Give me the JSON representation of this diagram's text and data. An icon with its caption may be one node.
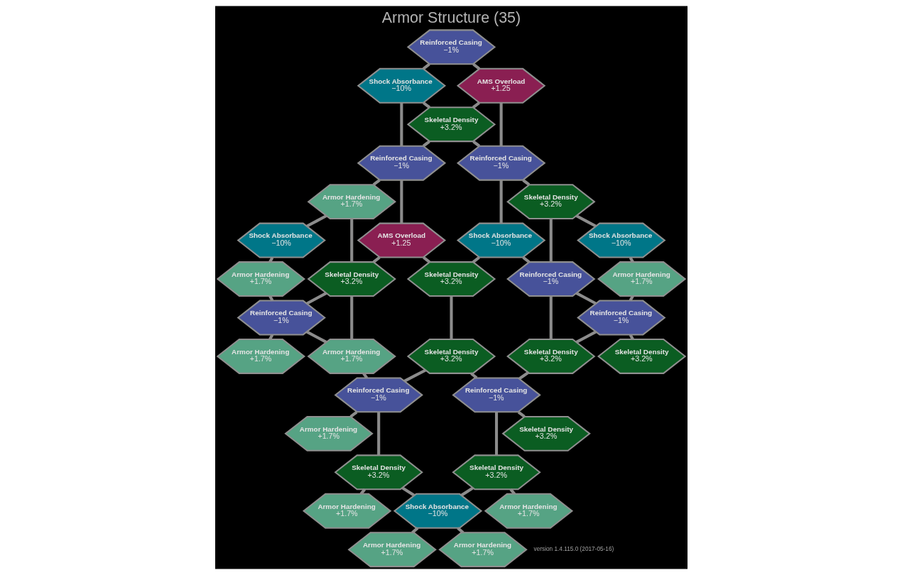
{
  "diagram": {
    "title": "Armor Structure (35)",
    "nodes": [
      {
        "text": [
          "Reinforced Casing",
          "−1%"
        ]
      },
      {
        "text": [
          "Shock Absorbance",
          "−10%"
        ]
      },
      {
        "text": [
          "AMS Overload",
          "+1.25"
        ]
      },
      {
        "text": [
          "Skeletal Density",
          "+3.2%"
        ]
      },
      {
        "text": [
          "Reinforced Casing",
          "−1%"
        ]
      },
      {
        "text": [
          "Reinforced Casing",
          "−1%"
        ]
      },
      {
        "text": [
          "Armor Hardening",
          "+1.7%"
        ]
      },
      {
        "text": [
          "Skeletal Density",
          "+3.2%"
        ]
      },
      {
        "text": [
          "Shock Absorbance",
          "−10%"
        ]
      },
      {
        "text": [
          "AMS Overload",
          "+1.25"
        ]
      },
      {
        "text": [
          "Shock Absorbance",
          "−10%"
        ]
      },
      {
        "text": [
          "Shock Absorbance",
          "−10%"
        ]
      },
      {
        "text": [
          "Armor Hardening",
          "+1.7%"
        ]
      },
      {
        "text": [
          "Skeletal Density",
          "+3.2%"
        ]
      },
      {
        "text": [
          "Skeletal Density",
          "+3.2%"
        ]
      },
      {
        "text": [
          "Reinforced Casing",
          "−1%"
        ]
      },
      {
        "text": [
          "Armor Hardening",
          "+1.7%"
        ]
      },
      {
        "text": [
          "Reinforced Casing",
          "−1%"
        ]
      },
      {
        "text": [
          "Reinforced Casing",
          "−1%"
        ]
      },
      {
        "text": [
          "Armor Hardening",
          "+1.7%"
        ]
      },
      {
        "text": [
          "Armor Hardening",
          "+1.7%"
        ]
      },
      {
        "text": [
          "Skeletal Density",
          "+3.2%"
        ]
      },
      {
        "text": [
          "Skeletal Density",
          "+3.2%"
        ]
      },
      {
        "text": [
          "Skeletal Density",
          "+3.2%"
        ]
      },
      {
        "text": [
          "Reinforced Casing",
          "−1%"
        ]
      },
      {
        "text": [
          "Reinforced Casing",
          "−1%"
        ]
      },
      {
        "text": [
          "Armor Hardening",
          "+1.7%"
        ]
      },
      {
        "text": [
          "Skeletal Density",
          "+3.2%"
        ]
      },
      {
        "text": [
          "Skeletal Density",
          "+3.2%"
        ]
      },
      {
        "text": [
          "Skeletal Density",
          "+3.2%"
        ]
      },
      {
        "text": [
          "Armor Hardening",
          "+1.7%"
        ]
      },
      {
        "text": [
          "Shock Absorbance",
          "−10%"
        ]
      },
      {
        "text": [
          "Armor Hardening",
          "+1.7%"
        ]
      },
      {
        "text": [
          "Armor Hardening",
          "+1.7%"
        ]
      },
      {
        "text": [
          "Armor Hardening",
          "+1.7%"
        ]
      }
    ],
    "edges": [
      {
        "from": 0,
        "to": 1,
        "arrow": "none"
      },
      {
        "from": 0,
        "to": 2,
        "arrow": "none"
      },
      {
        "from": 1,
        "to": 3,
        "arrow": "none"
      },
      {
        "from": 2,
        "to": 3,
        "arrow": "none"
      },
      {
        "from": 1,
        "to": 4,
        "arrow": "none"
      },
      {
        "from": 2,
        "to": 5,
        "arrow": "none"
      },
      {
        "from": 3,
        "to": 4,
        "arrow": "none"
      },
      {
        "from": 3,
        "to": 5,
        "arrow": "none"
      },
      {
        "from": 4,
        "to": 6,
        "arrow": "none"
      },
      {
        "from": 5,
        "to": 7,
        "arrow": "none"
      },
      {
        "from": 4,
        "to": 9,
        "arrow": "none"
      },
      {
        "from": 5,
        "to": 10,
        "arrow": "none"
      },
      {
        "from": 6,
        "to": 8,
        "arrow": "none"
      },
      {
        "from": 6,
        "to": 13,
        "arrow": "none"
      },
      {
        "from": 9,
        "to": 13,
        "arrow": "none"
      },
      {
        "from": 9,
        "to": 14,
        "arrow": "none"
      },
      {
        "from": 10,
        "to": 14,
        "arrow": "none"
      },
      {
        "from": 8,
        "to": 12,
        "arrow": "none"
      },
      {
        "from": 7,
        "to": 11,
        "arrow": "none"
      },
      {
        "from": 7,
        "to": 15,
        "arrow": "none"
      },
      {
        "from": 10,
        "to": 15,
        "arrow": "none"
      },
      {
        "from": 11,
        "to": 16,
        "arrow": "none"
      },
      {
        "from": 12,
        "to": 17,
        "arrow": "none"
      },
      {
        "from": 13,
        "to": 17,
        "arrow": "none"
      },
      {
        "from": 15,
        "to": 18,
        "arrow": "none"
      },
      {
        "from": 16,
        "to": 18,
        "arrow": "none"
      },
      {
        "from": 17,
        "to": 19,
        "arrow": "none"
      },
      {
        "from": 17,
        "to": 20,
        "arrow": "none"
      },
      {
        "from": 13,
        "to": 20,
        "arrow": "none"
      },
      {
        "from": 14,
        "to": 21,
        "arrow": "none"
      },
      {
        "from": 15,
        "to": 22,
        "arrow": "none"
      },
      {
        "from": 18,
        "to": 22,
        "arrow": "none"
      },
      {
        "from": 18,
        "to": 23,
        "arrow": "none"
      },
      {
        "from": 20,
        "to": 24,
        "arrow": "none"
      },
      {
        "from": 21,
        "to": 24,
        "arrow": "none"
      },
      {
        "from": 21,
        "to": 25,
        "arrow": "none"
      },
      {
        "from": 22,
        "to": 25,
        "arrow": "none"
      },
      {
        "from": 24,
        "to": 26,
        "arrow": "none"
      },
      {
        "from": 25,
        "to": 27,
        "arrow": "none"
      },
      {
        "from": 24,
        "to": 28,
        "arrow": "none"
      },
      {
        "from": 25,
        "to": 29,
        "arrow": "none"
      },
      {
        "from": 28,
        "to": 30,
        "arrow": "none"
      },
      {
        "from": 28,
        "to": 31,
        "arrow": "none"
      },
      {
        "from": 29,
        "to": 31,
        "arrow": "none"
      },
      {
        "from": 29,
        "to": 32,
        "arrow": "none"
      },
      {
        "from": 31,
        "to": 33,
        "arrow": "none"
      },
      {
        "from": 31,
        "to": 34,
        "arrow": "none"
      }
    ],
    "labels": [
      "version 1.4.115.0 (2017-05-16)"
    ]
  }
}
